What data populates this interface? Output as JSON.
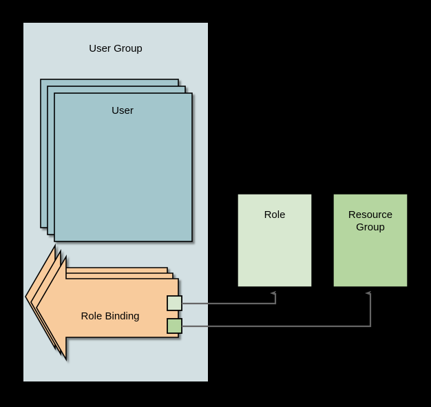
{
  "diagram": {
    "title": "RBAC role binding relationship diagram",
    "background_color": "#000000",
    "groups": [
      {
        "name": "user-group",
        "label": "User Group",
        "fill": "#d3e0e3",
        "stroke": "none"
      }
    ],
    "nodes": [
      {
        "name": "user",
        "label": "User",
        "shape": "stacked-rectangle",
        "stack_count": 3,
        "fill": "#a3c6cc",
        "stroke": "#000000"
      },
      {
        "name": "role-binding",
        "label": "Role Binding",
        "shape": "stacked-left-arrow",
        "stack_count": 3,
        "fill": "#f8cb9c",
        "stroke": "#000000"
      },
      {
        "name": "role",
        "label": "Role",
        "shape": "rectangle",
        "fill": "#d8e8d0",
        "stroke": "#000000"
      },
      {
        "name": "resource-group",
        "label": "Resource Group",
        "shape": "rectangle",
        "fill": "#b5d6a0",
        "stroke": "#000000"
      }
    ],
    "ports": [
      {
        "name": "role-port",
        "fill": "#d8e8d0",
        "stroke": "#000000"
      },
      {
        "name": "resource-group-port",
        "fill": "#b5d6a0",
        "stroke": "#000000"
      }
    ],
    "connectors": [
      {
        "name": "role-binding-to-role",
        "from": "role-binding.role-port",
        "to": "role",
        "color": "#666666",
        "arrowhead": "triangle-up"
      },
      {
        "name": "role-binding-to-resource-group",
        "from": "role-binding.resource-group-port",
        "to": "resource-group",
        "color": "#666666",
        "arrowhead": "triangle-up"
      }
    ]
  },
  "labels": {
    "user_group": "User Group",
    "user": "User",
    "role_binding": "Role Binding",
    "role": "Role",
    "resource_group": "Resource\nGroup"
  },
  "colors": {
    "group_fill": "#d3e0e3",
    "user_fill": "#a3c6cc",
    "role_binding_fill": "#f8cb9c",
    "role_fill": "#d8e8d0",
    "resource_group_fill": "#b5d6a0",
    "connector": "#666666",
    "outline": "#000000",
    "canvas": "#000000"
  }
}
